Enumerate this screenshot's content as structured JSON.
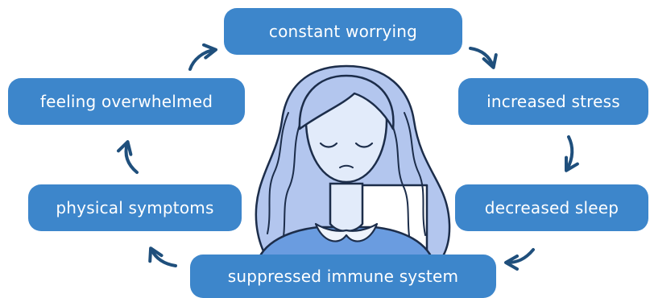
{
  "diagram": {
    "nodes": [
      {
        "id": "top",
        "label": "constant worrying"
      },
      {
        "id": "right1",
        "label": "increased stress"
      },
      {
        "id": "right2",
        "label": "decreased sleep"
      },
      {
        "id": "bottom",
        "label": "suppressed immune system"
      },
      {
        "id": "left2",
        "label": "physical symptoms"
      },
      {
        "id": "left1",
        "label": "feeling overwhelmed"
      }
    ],
    "cycle_order": [
      "top",
      "right1",
      "right2",
      "bottom",
      "left2",
      "left1"
    ],
    "colors": {
      "node_fill": "#3d86cb",
      "node_text": "#ffffff",
      "arrow": "#1f4f7c",
      "hair": "#b3c6ee",
      "hair_outline": "#1c2d4a",
      "skin": "#e2ebfa",
      "dress": "#6a9ce0",
      "collar": "#eef3fc"
    },
    "illustration": "woman-with-closed-eyes"
  }
}
